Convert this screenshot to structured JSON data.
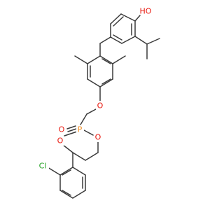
{
  "molecule": {
    "atom_labels": {
      "hydroxyl": "HO",
      "ether_oxygen": "O",
      "phosphoryl_oxygen": "O",
      "phosphorus": "P",
      "ring_oxygen_right": "O",
      "ring_oxygen_left": "O",
      "chlorine": "Cl"
    },
    "colors": {
      "bond": "#3a3a3a",
      "oxygen": "#e8160c",
      "phosphorus": "#f08c20",
      "chlorine": "#1fa01f",
      "hydroxyl": "#e8160c"
    }
  }
}
